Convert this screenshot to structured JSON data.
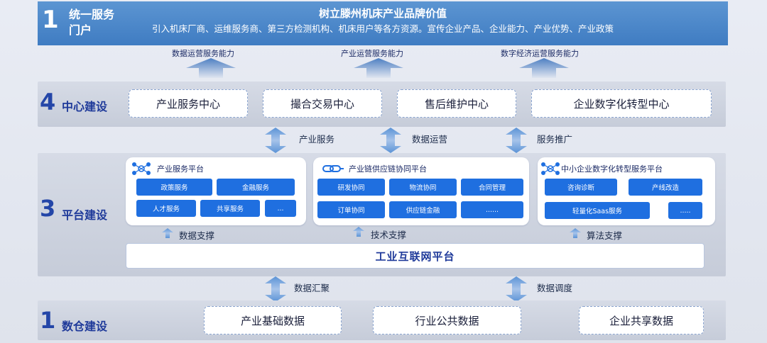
{
  "portal": {
    "num": "1",
    "label": "统一服务门户",
    "title": "树立滕州机床产业品牌价值",
    "subtitle": "引入机床厂商、运维服务商、第三方检测机构、机床用户等各方资源。宣传企业产品、企业能力、产业优势、产业政策"
  },
  "up_labels": [
    "数据运营服务能力",
    "产业运营服务能力",
    "数字经济运营服务能力"
  ],
  "center": {
    "num": "4",
    "label": "中心建设",
    "boxes": [
      "产业服务中心",
      "撮合交易中心",
      "售后维护中心",
      "企业数字化转型中心"
    ]
  },
  "mid_labels": [
    "产业服务",
    "数据运营",
    "服务推广"
  ],
  "platform_layer": {
    "num": "3",
    "label": "平台建设",
    "platforms": [
      {
        "title": "产业服务平台",
        "rows": [
          [
            "政策服务",
            "金融服务"
          ],
          [
            "人才服务",
            "共享服务",
            "..."
          ]
        ]
      },
      {
        "title": "产业链供应链协同平台",
        "rows": [
          [
            "研发协同",
            "物流协同",
            "合同管理"
          ],
          [
            "订单协同",
            "供应链金融",
            "......"
          ]
        ]
      },
      {
        "title": "中小企业数字化转型服务平台",
        "rows": [
          [
            "咨询诊断",
            "产线改造"
          ],
          [
            "轻量化Saas服务",
            "....."
          ]
        ]
      }
    ],
    "supports": [
      "数据支撑",
      "技术支撑",
      "算法支撑"
    ],
    "base": "工业互联网平台"
  },
  "lower_labels": [
    "数据汇聚",
    "数据调度"
  ],
  "warehouse": {
    "num": "1",
    "label": "数仓建设",
    "boxes": [
      "产业基础数据",
      "行业公共数据",
      "企业共享数据"
    ]
  },
  "colors": {
    "banner": "#4a86c8",
    "chip": "#1f6fe0",
    "accent_text": "#1f3a9a",
    "band": "#cdd2de"
  }
}
